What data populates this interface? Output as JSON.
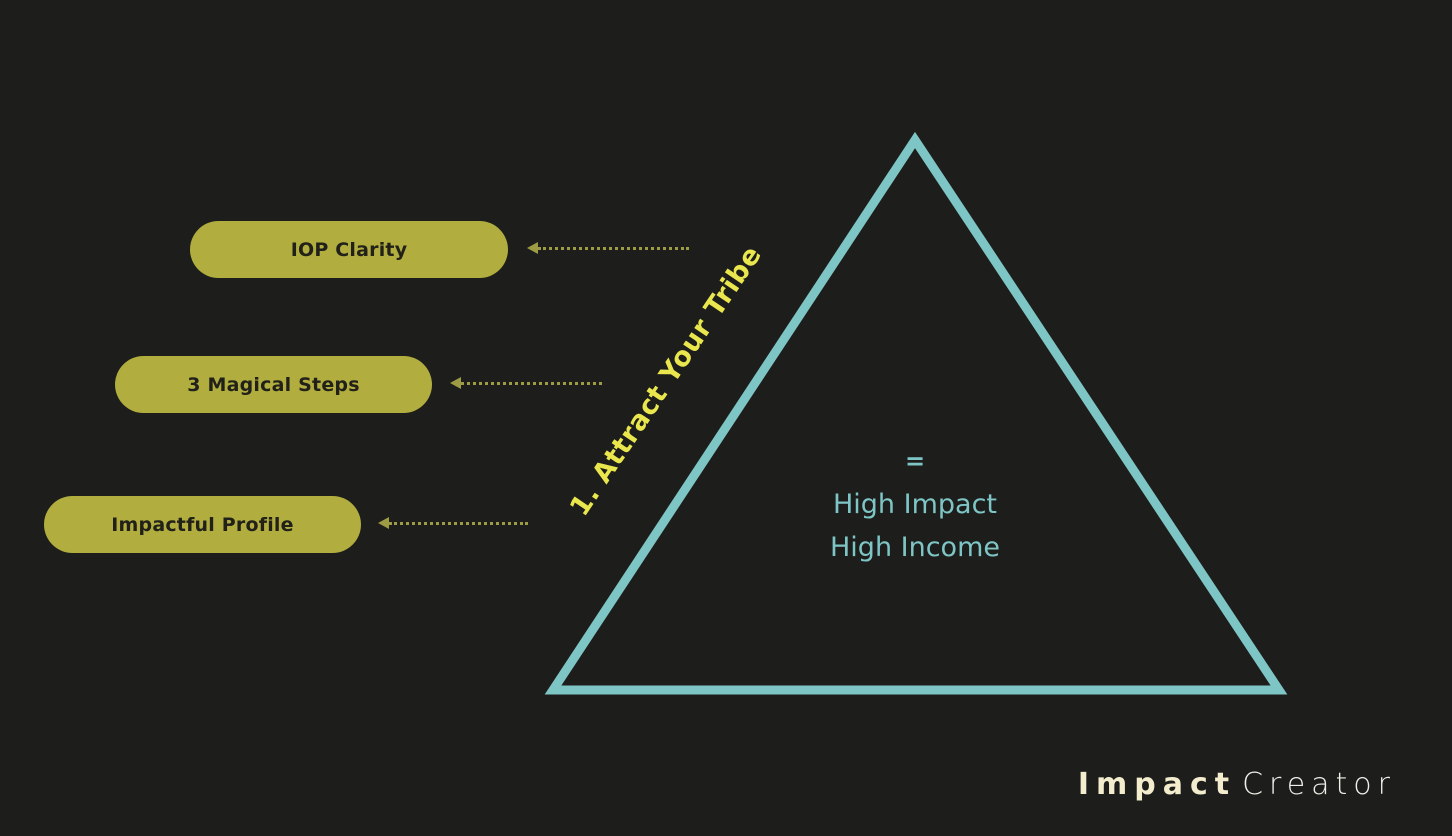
{
  "colors": {
    "background": "#1d1d1b",
    "triangle": "#7ec5c5",
    "triangle_text": "#7ec5c5",
    "pill": "#b1ae3f",
    "pill_text": "#21211a",
    "arrow": "#9e9b45",
    "step_label": "#e9e74d",
    "logo_impact": "#f3eccd",
    "logo_creator": "#f0efe9"
  },
  "triangle": {
    "equals": "=",
    "line1": "High Impact",
    "line2": "High Income"
  },
  "pills": [
    {
      "label": "IOP Clarity"
    },
    {
      "label": "3 Magical Steps"
    },
    {
      "label": "Impactful Profile"
    }
  ],
  "step_label": "1. Attract Your Tribe",
  "logo": {
    "bold": "Impact",
    "light": "Creator"
  }
}
